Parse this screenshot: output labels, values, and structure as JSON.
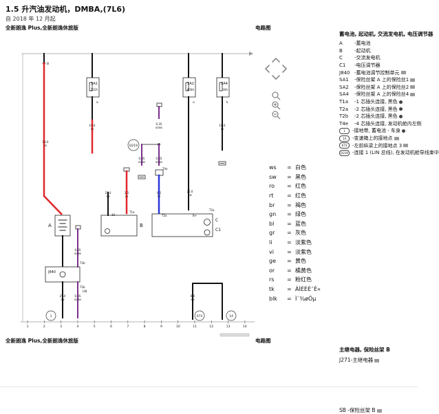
{
  "header": {
    "title": "1.5 升汽油发动机，DMBA,(7L6)",
    "date": "自 2018 年 12 月起",
    "model_top": "全新朗逸 Plus,全新朗逸休旅版",
    "model_bottom": "全新朗逸 Plus,全新朗逸休旅版",
    "diagram_label_top": "电路图",
    "diagram_label_bottom": "电路图"
  },
  "legend": {
    "title": "蓄电池, 起动机, 交流发电机, 电压调节器",
    "items": [
      {
        "code": "A",
        "text": "-蓄电池",
        "icon": "none"
      },
      {
        "code": "B",
        "text": "-起动机",
        "icon": "none"
      },
      {
        "code": "C",
        "text": "-交流发电机",
        "icon": "none"
      },
      {
        "code": "C1",
        "text": "-电压调节器",
        "icon": "none"
      },
      {
        "code": "J840",
        "text": "-蓄电池调节控制单元",
        "icon": "book-icon"
      },
      {
        "code": "SA1",
        "text": "-保险丝架 A 上的保险丝1",
        "icon": "book-icon"
      },
      {
        "code": "SA2",
        "text": "-保险丝架 A 上的保险丝2",
        "icon": "book-icon"
      },
      {
        "code": "SA4",
        "text": "-保险丝架 A 上的保险丝4",
        "icon": "book-icon"
      },
      {
        "code": "T1a",
        "text": "-1 芯插头连接, 黑色",
        "icon": "camera-icon"
      },
      {
        "code": "T2a",
        "text": "-2 芯插头连接, 黑色",
        "icon": "camera-icon"
      },
      {
        "code": "T2b",
        "text": "-2 芯插头连接, 黑色",
        "icon": "camera-icon"
      },
      {
        "code": "T4e",
        "text": "-4 芯插头连接, 发动机舱内左侧",
        "icon": "none"
      }
    ],
    "ground_items": [
      {
        "badge": "1",
        "text": "-接地带, 蓄电池 - 车身",
        "icon": "camera-icon"
      },
      {
        "badge": "14",
        "text": "-变速箱上的接地点",
        "icon": "book-icon"
      },
      {
        "badge": "673",
        "text": "-左前纵梁上的接地点 3",
        "icon": "book-icon"
      },
      {
        "badge": "D219",
        "text": "-连接 1 (LIN 总线), 在发动机舱导线束中",
        "icon": "none"
      }
    ]
  },
  "wire_colors": [
    {
      "code": "ws",
      "name": "白色"
    },
    {
      "code": "sw",
      "name": "黑色"
    },
    {
      "code": "ro",
      "name": "红色"
    },
    {
      "code": "rt",
      "name": "红色"
    },
    {
      "code": "br",
      "name": "褐色"
    },
    {
      "code": "gn",
      "name": "绿色"
    },
    {
      "code": "bl",
      "name": "蓝色"
    },
    {
      "code": "gr",
      "name": "灰色"
    },
    {
      "code": "li",
      "name": "淡紫色"
    },
    {
      "code": "vi",
      "name": "淡紫色"
    },
    {
      "code": "ge",
      "name": "黄色"
    },
    {
      "code": "or",
      "name": "橘黄色"
    },
    {
      "code": "rs",
      "name": "粉红色"
    },
    {
      "code": "tk",
      "name": "ÀÌÉÉÈ¯È«"
    },
    {
      "code": "blk",
      "name": "Ì¨¾øÔµ"
    }
  ],
  "section_b": {
    "title": "主继电器, 保险丝架 B",
    "item": "J271-主继电器"
  },
  "footer_item": "SB  -保险丝架 B",
  "diagram": {
    "colors": {
      "red": "#e0262b",
      "blue": "#2a36d8",
      "purple": "#7b2d8e",
      "black": "#111111",
      "gray": "#9a9a9a"
    },
    "components": {
      "A": "A",
      "B": "B",
      "C": "C",
      "C1": "C1",
      "J840": "J840",
      "SA1": "SA1",
      "SA2": "SA2",
      "SA4": "SA4",
      "SA1_rating": "225A",
      "SA2_rating": "400A",
      "SA4_rating": "30A",
      "D219": "D219",
      "T1a": "T1a",
      "T2a": "T2a",
      "T2b": "T2b",
      "T4e": "T4e",
      "pin_B": "B",
      "pin_a": "a",
      "pin_o": "o",
      "pin_k": "k",
      "pin_Bplus": "B+",
      "pin_30": "30",
      "pin_2": "2",
      "pin_4": "4",
      "lin": "LIN",
      "g14": "14",
      "g673": "673",
      "g1": "1"
    },
    "wire_labels": [
      {
        "id": "w1",
        "text": "16.0\nro"
      },
      {
        "id": "w2",
        "text": "16.0\nro"
      },
      {
        "id": "w3",
        "text": "16.0\nro"
      },
      {
        "id": "w4",
        "text": "25.0\nsw"
      },
      {
        "id": "w5",
        "text": "2.5\nro"
      },
      {
        "id": "w6",
        "text": "25.0\nsw"
      },
      {
        "id": "w7",
        "text": "0.35\nvi/ws"
      },
      {
        "id": "w8",
        "text": "0.35\nvi/ws"
      },
      {
        "id": "w9",
        "text": "0.35\nvi/ws"
      },
      {
        "id": "w10",
        "text": "0.5\nbl"
      },
      {
        "id": "w11",
        "text": "0.35\nvi/ws"
      },
      {
        "id": "w12",
        "text": "0.35\nvi/ws"
      },
      {
        "id": "w13",
        "text": "25.0\nsw"
      },
      {
        "id": "w14",
        "text": "25.0\nsw"
      },
      {
        "id": "w15",
        "text": "6.0\nsw"
      }
    ],
    "bottom_numbers": [
      "1",
      "2",
      "3",
      "4",
      "5",
      "6",
      "7",
      "8",
      "9",
      "10",
      "11",
      "12",
      "13",
      "14"
    ]
  }
}
